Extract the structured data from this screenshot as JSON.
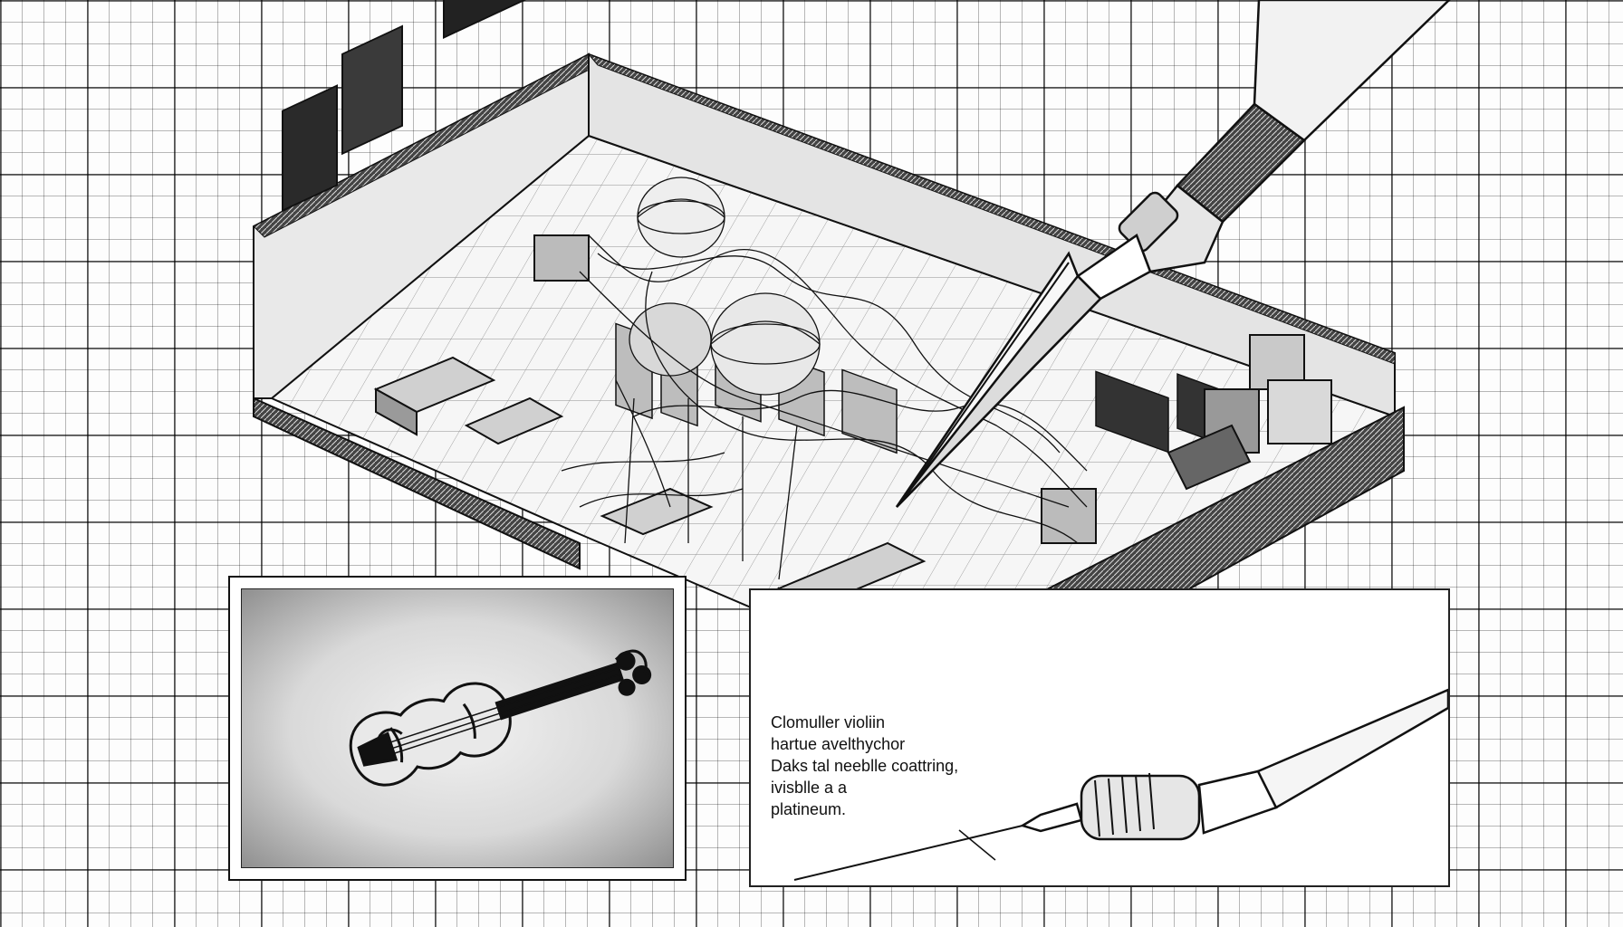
{
  "caption": {
    "line1": "Clomuller violiin",
    "line2": "hartue avelthychor",
    "line3": "Daks tal neeblle coattring,",
    "line4": "ivisblle a a",
    "line5": "platineum."
  },
  "icons": [
    "violin-icon",
    "stylus-pen-icon",
    "needle-icon"
  ],
  "colors": {
    "ink": "#111111",
    "paper": "#ffffff",
    "grid": "#555555"
  }
}
